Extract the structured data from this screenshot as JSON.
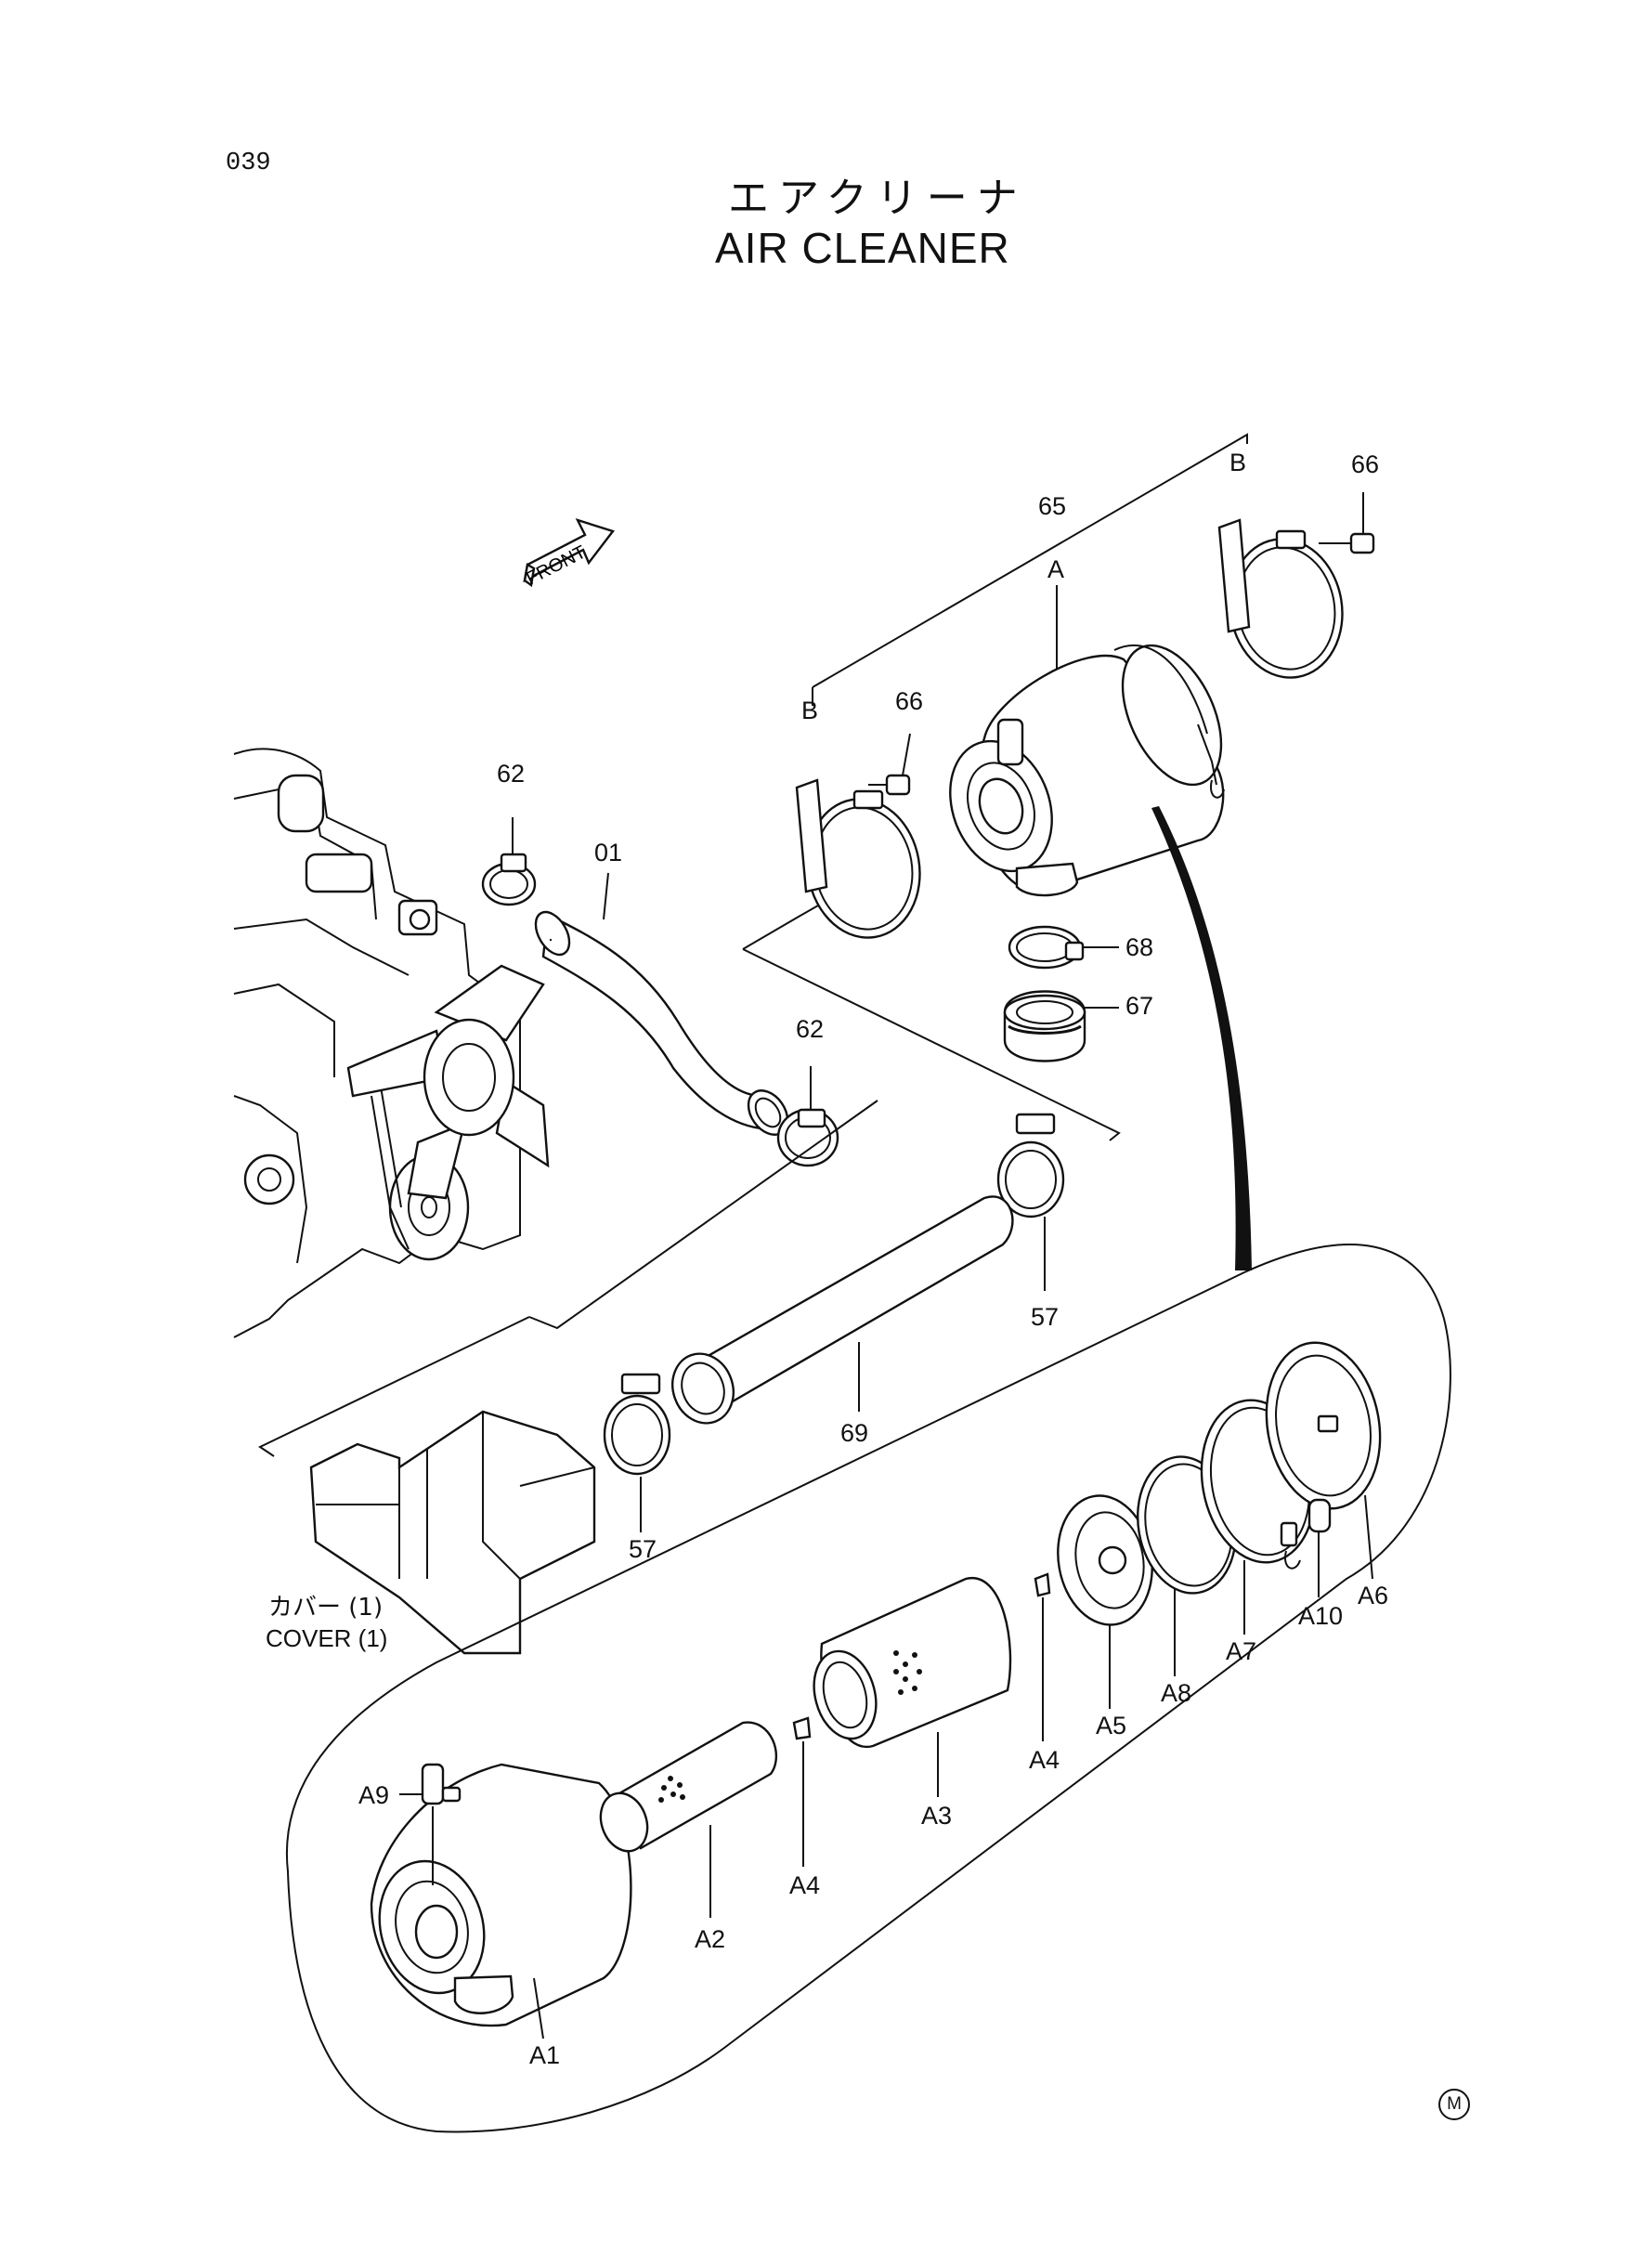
{
  "header": {
    "page_number": "039",
    "title_jp": "エアクリーナ",
    "title_en": "AIR CLEANER"
  },
  "front_arrow_label": "FRONT",
  "callouts": {
    "p01": "01",
    "p57a": "57",
    "p57b": "57",
    "p62a": "62",
    "p62b": "62",
    "p65": "65",
    "p66a": "66",
    "p66b": "66",
    "p67": "67",
    "p68": "68",
    "p69": "69",
    "letter_a": "A",
    "letter_b1": "B",
    "letter_b2": "B",
    "a1": "A1",
    "a2": "A2",
    "a3": "A3",
    "a4a": "A4",
    "a4b": "A4",
    "a5": "A5",
    "a6": "A6",
    "a7": "A7",
    "a8": "A8",
    "a9": "A9",
    "a10": "A10"
  },
  "cover_note": {
    "jp": "カバー (1)",
    "en": "COVER (1)"
  },
  "footer_mark": "M"
}
